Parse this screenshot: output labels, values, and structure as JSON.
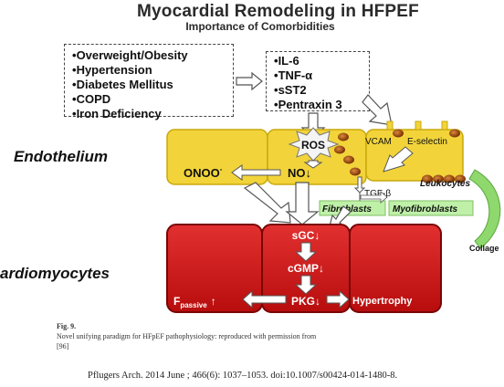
{
  "title": "Myocardial Remodeling in HFPEF",
  "subtitle": "Importance of Comorbidities",
  "comorbidities": [
    "Overweight/Obesity",
    "Hypertension",
    "Diabetes Mellitus",
    "COPD",
    "Iron Deficiency"
  ],
  "mediators": [
    "IL-6",
    "TNF-α",
    "sST2",
    "Pentraxin 3"
  ],
  "section_labels": {
    "endothelium": "Endothelium",
    "cardiomyocytes": "ardiomyocytes"
  },
  "endothelium": {
    "ros": "ROS",
    "vcam": "VCAM",
    "e_selectin": "E-selectin",
    "onoo": "ONOO",
    "onoo_sup": "-",
    "no": "NO↓",
    "leukocytes": "Leukocytes",
    "tgf": "TGF-β",
    "fibroblasts": "Fibroblasts",
    "myofibroblasts": "Myofibroblasts",
    "collagen": "Collage"
  },
  "cardiomyocytes": {
    "sgc": "sGC↓",
    "cgmp": "cGMP↓",
    "pkg": "PKG↓",
    "f": "F",
    "f_sub": "passive",
    "f_arrow": "↑",
    "hypertrophy": "Hypertrophy"
  },
  "caption": {
    "fig": "Fig. 9.",
    "line1": "Novel unifying paradigm for HFpEF pathophysiology: reproduced with permission from",
    "line2": "[96]"
  },
  "citation": "Pflugers Arch. 2014 June ; 466(6): 1037–1053. doi:10.1007/s00424-014-1480-8.",
  "colors": {
    "endothelium_fill": "#f2d43a",
    "cardio_fill": "#cf1212",
    "fibro_fill": "#bff0a8",
    "leukocyte": "#8a3a0a"
  }
}
